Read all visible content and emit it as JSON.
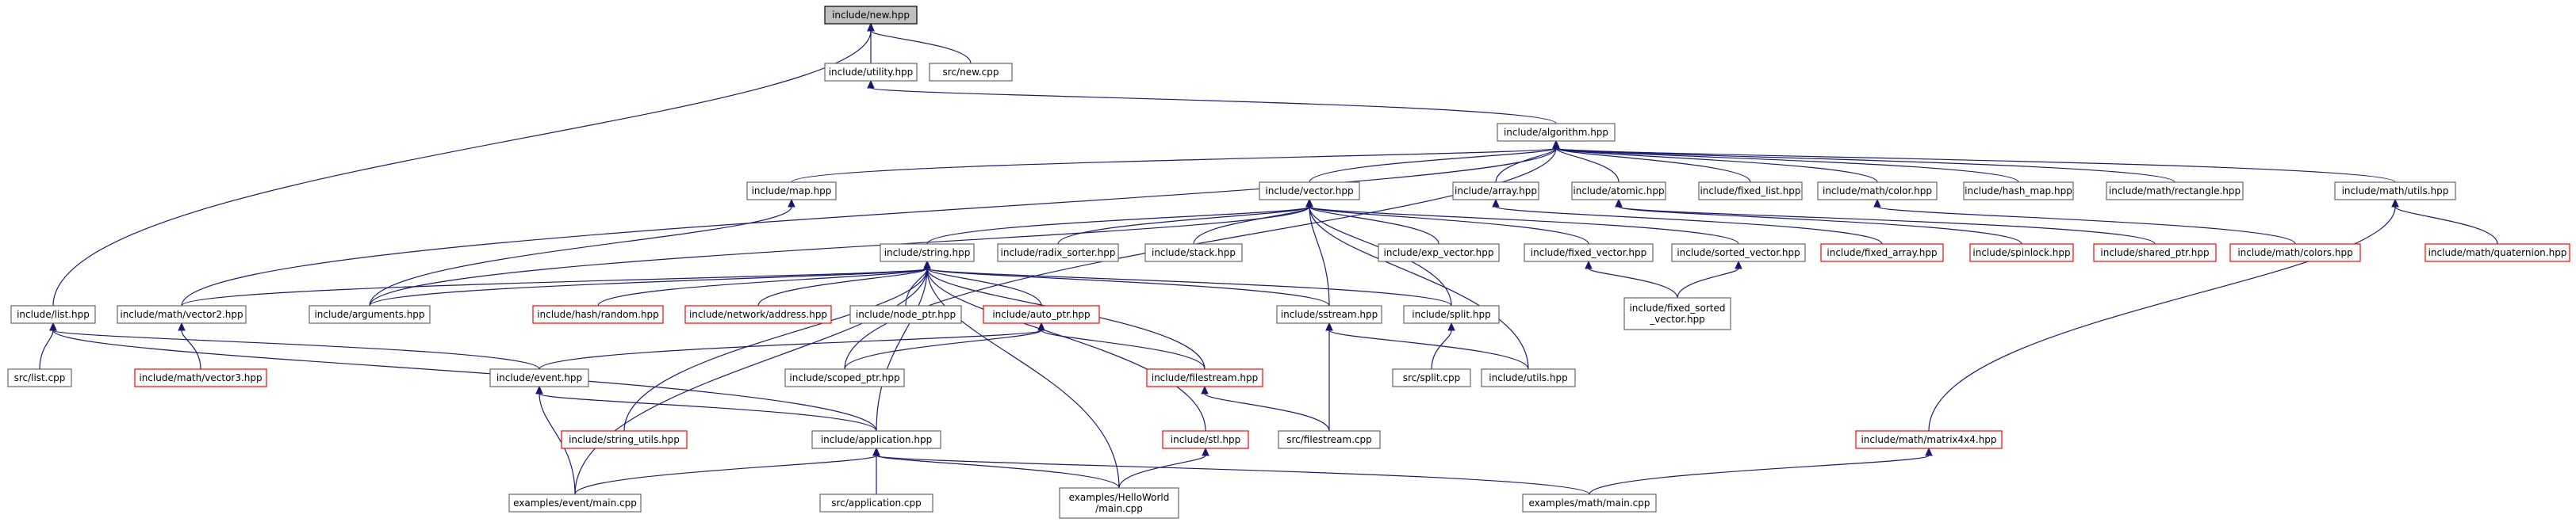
{
  "nodes": [
    {
      "id": "new_hpp",
      "label": "include/new.hpp",
      "style": "root"
    },
    {
      "id": "utility_hpp",
      "label": "include/utility.hpp",
      "style": "normal"
    },
    {
      "id": "new_cpp",
      "label": "src/new.cpp",
      "style": "normal"
    },
    {
      "id": "algorithm_hpp",
      "label": "include/algorithm.hpp",
      "style": "normal"
    },
    {
      "id": "map_hpp",
      "label": "include/map.hpp",
      "style": "normal"
    },
    {
      "id": "vector_hpp",
      "label": "include/vector.hpp",
      "style": "normal"
    },
    {
      "id": "array_hpp",
      "label": "include/array.hpp",
      "style": "normal"
    },
    {
      "id": "atomic_hpp",
      "label": "include/atomic.hpp",
      "style": "normal"
    },
    {
      "id": "fixed_list_hpp",
      "label": "include/fixed_list.hpp",
      "style": "normal"
    },
    {
      "id": "color_hpp",
      "label": "include/math/color.hpp",
      "style": "normal"
    },
    {
      "id": "hash_map_hpp",
      "label": "include/hash_map.hpp",
      "style": "normal"
    },
    {
      "id": "rectangle_hpp",
      "label": "include/math/rectangle.hpp",
      "style": "normal"
    },
    {
      "id": "utils_hpp",
      "label": "include/math/utils.hpp",
      "style": "normal"
    },
    {
      "id": "string_hpp",
      "label": "include/string.hpp",
      "style": "normal"
    },
    {
      "id": "radix_sorter_hpp",
      "label": "include/radix_sorter.hpp",
      "style": "normal"
    },
    {
      "id": "stack_hpp",
      "label": "include/stack.hpp",
      "style": "normal"
    },
    {
      "id": "exp_vector_hpp",
      "label": "include/exp_vector.hpp",
      "style": "normal"
    },
    {
      "id": "fixed_vector_hpp",
      "label": "include/fixed_vector.hpp",
      "style": "normal"
    },
    {
      "id": "sorted_vector_hpp",
      "label": "include/sorted_vector.hpp",
      "style": "normal"
    },
    {
      "id": "fixed_array_hpp",
      "label": "include/fixed_array.hpp",
      "style": "red"
    },
    {
      "id": "spinlock_hpp",
      "label": "include/spinlock.hpp",
      "style": "red"
    },
    {
      "id": "shared_ptr_hpp",
      "label": "include/shared_ptr.hpp",
      "style": "red"
    },
    {
      "id": "colors_hpp",
      "label": "include/math/colors.hpp",
      "style": "red"
    },
    {
      "id": "quaternion_hpp",
      "label": "include/math/quaternion.hpp",
      "style": "red"
    },
    {
      "id": "list_hpp",
      "label": "include/list.hpp",
      "style": "normal"
    },
    {
      "id": "vector2_hpp",
      "label": "include/math/vector2.hpp",
      "style": "normal"
    },
    {
      "id": "arguments_hpp",
      "label": "include/arguments.hpp",
      "style": "normal"
    },
    {
      "id": "random_hpp",
      "label": "include/hash/random.hpp",
      "style": "red"
    },
    {
      "id": "address_hpp",
      "label": "include/network/address.hpp",
      "style": "red"
    },
    {
      "id": "node_ptr_hpp",
      "label": "include/node_ptr.hpp",
      "style": "normal"
    },
    {
      "id": "auto_ptr_hpp",
      "label": "include/auto_ptr.hpp",
      "style": "red"
    },
    {
      "id": "sstream_hpp",
      "label": "include/sstream.hpp",
      "style": "normal"
    },
    {
      "id": "split_hpp",
      "label": "include/split.hpp",
      "style": "normal"
    },
    {
      "id": "fixed_sorted_vector_hpp",
      "label": "include/fixed_sorted\n_vector.hpp",
      "style": "normal"
    },
    {
      "id": "list_cpp",
      "label": "src/list.cpp",
      "style": "normal"
    },
    {
      "id": "vector3_hpp",
      "label": "include/math/vector3.hpp",
      "style": "red"
    },
    {
      "id": "event_hpp",
      "label": "include/event.hpp",
      "style": "normal"
    },
    {
      "id": "scoped_ptr_hpp",
      "label": "include/scoped_ptr.hpp",
      "style": "normal"
    },
    {
      "id": "filestream_hpp",
      "label": "include/filestream.hpp",
      "style": "red"
    },
    {
      "id": "split_cpp",
      "label": "src/split.cpp",
      "style": "normal"
    },
    {
      "id": "utils_hpp2",
      "label": "include/utils.hpp",
      "style": "normal"
    },
    {
      "id": "string_utils_hpp",
      "label": "include/string_utils.hpp",
      "style": "red"
    },
    {
      "id": "application_hpp",
      "label": "include/application.hpp",
      "style": "normal"
    },
    {
      "id": "stl_hpp",
      "label": "include/stl.hpp",
      "style": "red"
    },
    {
      "id": "filestream_cpp",
      "label": "src/filestream.cpp",
      "style": "normal"
    },
    {
      "id": "matrix4x4_hpp",
      "label": "include/math/matrix4x4.hpp",
      "style": "red"
    },
    {
      "id": "event_main_cpp",
      "label": "examples/event/main.cpp",
      "style": "normal"
    },
    {
      "id": "application_cpp",
      "label": "src/application.cpp",
      "style": "normal"
    },
    {
      "id": "helloworld_main_cpp",
      "label": "examples/HelloWorld\n/main.cpp",
      "style": "normal"
    },
    {
      "id": "math_main_cpp",
      "label": "examples/math/main.cpp",
      "style": "normal"
    }
  ],
  "edges": [
    [
      "utility_hpp",
      "new_hpp"
    ],
    [
      "new_cpp",
      "new_hpp"
    ],
    [
      "list_hpp",
      "new_hpp"
    ],
    [
      "algorithm_hpp",
      "utility_hpp"
    ],
    [
      "map_hpp",
      "algorithm_hpp"
    ],
    [
      "vector_hpp",
      "algorithm_hpp"
    ],
    [
      "array_hpp",
      "algorithm_hpp"
    ],
    [
      "atomic_hpp",
      "algorithm_hpp"
    ],
    [
      "fixed_list_hpp",
      "algorithm_hpp"
    ],
    [
      "color_hpp",
      "algorithm_hpp"
    ],
    [
      "hash_map_hpp",
      "algorithm_hpp"
    ],
    [
      "rectangle_hpp",
      "algorithm_hpp"
    ],
    [
      "utils_hpp",
      "algorithm_hpp"
    ],
    [
      "vector2_hpp",
      "algorithm_hpp"
    ],
    [
      "scoped_ptr_hpp",
      "algorithm_hpp"
    ],
    [
      "string_hpp",
      "vector_hpp"
    ],
    [
      "radix_sorter_hpp",
      "vector_hpp"
    ],
    [
      "stack_hpp",
      "vector_hpp"
    ],
    [
      "exp_vector_hpp",
      "vector_hpp"
    ],
    [
      "fixed_vector_hpp",
      "vector_hpp"
    ],
    [
      "sorted_vector_hpp",
      "vector_hpp"
    ],
    [
      "sstream_hpp",
      "vector_hpp"
    ],
    [
      "split_hpp",
      "vector_hpp"
    ],
    [
      "utils_hpp2",
      "vector_hpp"
    ],
    [
      "arguments_hpp",
      "vector_hpp"
    ],
    [
      "arguments_hpp",
      "map_hpp"
    ],
    [
      "fixed_array_hpp",
      "array_hpp"
    ],
    [
      "spinlock_hpp",
      "atomic_hpp"
    ],
    [
      "shared_ptr_hpp",
      "atomic_hpp"
    ],
    [
      "colors_hpp",
      "color_hpp"
    ],
    [
      "quaternion_hpp",
      "utils_hpp"
    ],
    [
      "matrix4x4_hpp",
      "utils_hpp"
    ],
    [
      "fixed_sorted_vector_hpp",
      "fixed_vector_hpp"
    ],
    [
      "fixed_sorted_vector_hpp",
      "sorted_vector_hpp"
    ],
    [
      "arguments_hpp",
      "string_hpp"
    ],
    [
      "vector2_hpp",
      "string_hpp"
    ],
    [
      "random_hpp",
      "string_hpp"
    ],
    [
      "address_hpp",
      "string_hpp"
    ],
    [
      "node_ptr_hpp",
      "string_hpp"
    ],
    [
      "auto_ptr_hpp",
      "string_hpp"
    ],
    [
      "sstream_hpp",
      "string_hpp"
    ],
    [
      "split_hpp",
      "string_hpp"
    ],
    [
      "filestream_hpp",
      "string_hpp"
    ],
    [
      "stl_hpp",
      "string_hpp"
    ],
    [
      "string_utils_hpp",
      "string_hpp"
    ],
    [
      "application_hpp",
      "string_hpp"
    ],
    [
      "event_main_cpp",
      "string_hpp"
    ],
    [
      "helloworld_main_cpp",
      "string_hpp"
    ],
    [
      "list_cpp",
      "list_hpp"
    ],
    [
      "event_hpp",
      "list_hpp"
    ],
    [
      "application_hpp",
      "list_hpp"
    ],
    [
      "vector3_hpp",
      "vector2_hpp"
    ],
    [
      "event_hpp",
      "auto_ptr_hpp"
    ],
    [
      "scoped_ptr_hpp",
      "auto_ptr_hpp"
    ],
    [
      "filestream_hpp",
      "auto_ptr_hpp"
    ],
    [
      "split_cpp",
      "split_hpp"
    ],
    [
      "utils_hpp2",
      "sstream_hpp"
    ],
    [
      "filestream_cpp",
      "sstream_hpp"
    ],
    [
      "filestream_cpp",
      "filestream_hpp"
    ],
    [
      "application_hpp",
      "event_hpp"
    ],
    [
      "event_main_cpp",
      "event_hpp"
    ],
    [
      "event_main_cpp",
      "application_hpp"
    ],
    [
      "application_cpp",
      "application_hpp"
    ],
    [
      "helloworld_main_cpp",
      "application_hpp"
    ],
    [
      "math_main_cpp",
      "application_hpp"
    ],
    [
      "helloworld_main_cpp",
      "stl_hpp"
    ],
    [
      "math_main_cpp",
      "matrix4x4_hpp"
    ]
  ]
}
